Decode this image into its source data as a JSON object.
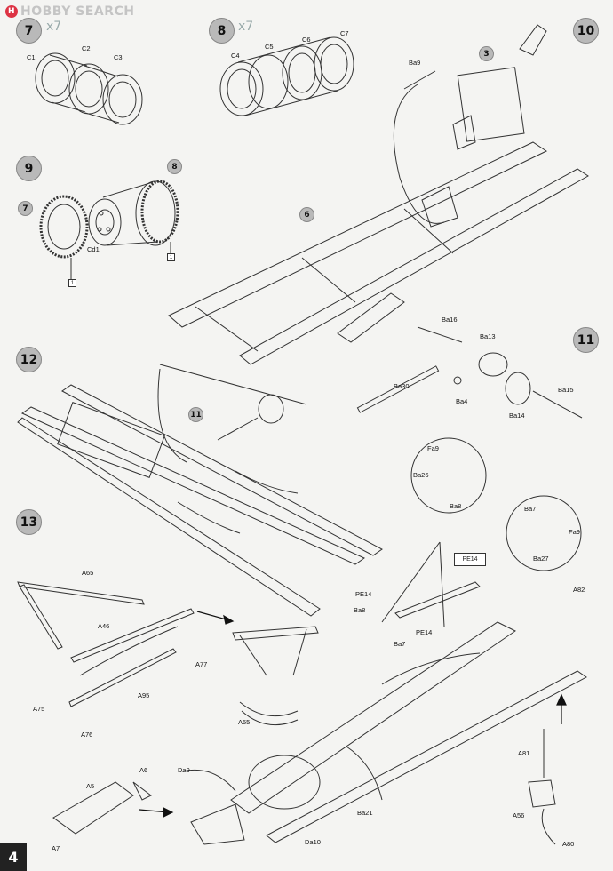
{
  "watermark": {
    "badge": "H",
    "text": "HOBBY SEARCH"
  },
  "page_number": "4",
  "steps": {
    "s7": {
      "num": "7",
      "qty": "x7"
    },
    "s8": {
      "num": "8",
      "qty": "x7"
    },
    "s9": {
      "num": "9"
    },
    "s10": {
      "num": "10"
    },
    "s11": {
      "num": "11"
    },
    "s12": {
      "num": "12"
    },
    "s13": {
      "num": "13"
    }
  },
  "labels": {
    "c1": "C1",
    "c2": "C2",
    "c3": "C3",
    "c4": "C4",
    "c5": "C5",
    "c6": "C6",
    "c7": "C7",
    "p9_7": "7",
    "p9_8": "8",
    "cd1": "Cd1",
    "p10_3": "3",
    "ba9": "Ba9",
    "p10_6": "6",
    "ba16": "Ba16",
    "ba13": "Ba13",
    "ba30": "Ba30",
    "ba4": "Ba4",
    "ba14": "Ba14",
    "ba15": "Ba15",
    "p12_11": "11",
    "a65": "A65",
    "a46": "A46",
    "a77": "A77",
    "a95": "A95",
    "a75": "A75",
    "a76": "A76",
    "a55": "A55",
    "a5": "A5",
    "a6": "A6",
    "a7": "A7",
    "da9": "Da9",
    "da10": "Da10",
    "fa9": "Fa9",
    "ba26": "Ba26",
    "ba8": "Ba8",
    "pe14": "PE14",
    "ba7": "Ba7",
    "fa9b": "Fa9",
    "ba27": "Ba27",
    "a82": "A82",
    "pe14b": "PE14",
    "ba8b": "Ba8",
    "ba7b": "Ba7",
    "pe14c": "PE14",
    "ba21": "Ba21",
    "a81": "A81",
    "a56": "A56",
    "a80": "A80",
    "box1": "1",
    "box2": "1"
  }
}
